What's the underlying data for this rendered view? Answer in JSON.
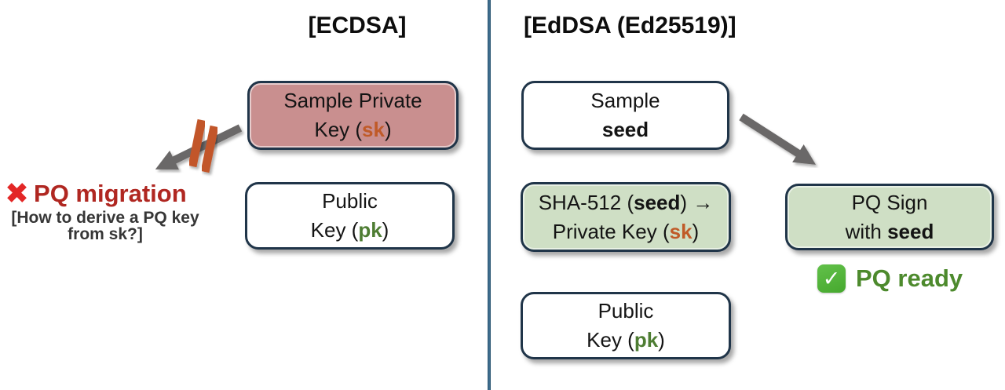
{
  "panels": {
    "ecdsa": {
      "title": "[ECDSA]",
      "sample_private_box": {
        "line1": "Sample Private",
        "line2_pre": "Key (",
        "line2_accent": "sk",
        "line2_post": ")"
      },
      "public_key_box": {
        "line1": "Public",
        "line2_pre": "Key (",
        "line2_accent": "pk",
        "line2_post": ")"
      },
      "pq_migration": {
        "x_icon": "✖",
        "label": "PQ migration",
        "note_line1": "[How to derive a PQ key",
        "note_line2": "from sk?]"
      }
    },
    "eddsa": {
      "title": "[EdDSA (Ed25519)]",
      "sample_seed_box": {
        "line1": "Sample",
        "line2_bold": "seed"
      },
      "sha512_box": {
        "line1_pre": "SHA-512 (",
        "line1_bold": "seed",
        "line1_post": ") ",
        "line1_arrow": "→",
        "line2_pre": "Private Key (",
        "line2_accent": "sk",
        "line2_post": ")"
      },
      "public_key_box": {
        "line1": "Public",
        "line2_pre": "Key (",
        "line2_accent": "pk",
        "line2_post": ")"
      },
      "pq_sign_box": {
        "line1": "PQ Sign",
        "line2_pre": "with ",
        "line2_bold": "seed"
      },
      "pq_ready": {
        "check_icon": "✓",
        "label": "PQ ready"
      }
    }
  },
  "colors": {
    "pink_box_fill": "#c98f8f",
    "green_box_fill": "#cfdfc5",
    "box_border_navy": "#203549",
    "sk_accent_orange": "#c05a28",
    "pk_accent_green": "#4e7d33",
    "arrow_gray": "#6b6867",
    "blocked_slash_orange": "#c2572a",
    "x_mark_red": "#e32726",
    "pq_migration_red": "#b02721",
    "pq_ready_green": "#4d8a2d",
    "divider_blue": "#3e6d8e"
  }
}
